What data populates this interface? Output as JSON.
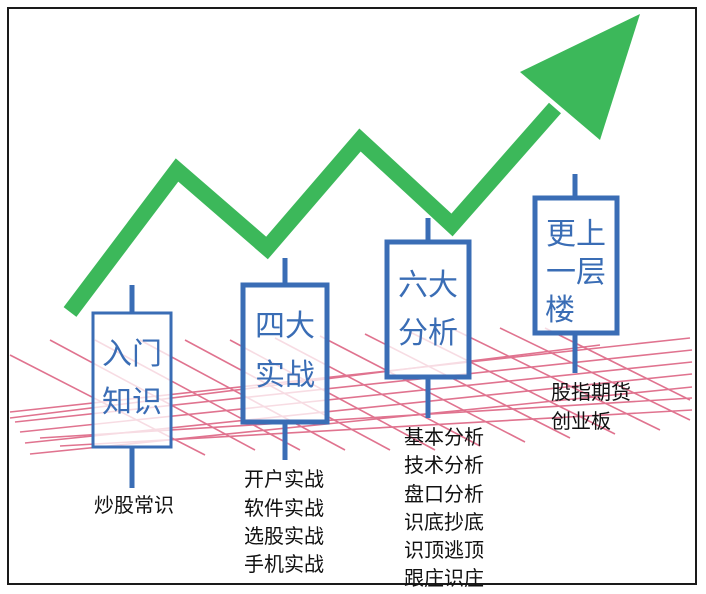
{
  "colors": {
    "arrow": "#3cb85a",
    "candle": "#3a6db5",
    "grid": "#e0738f",
    "text": "#111111"
  },
  "stages": [
    {
      "title_line1": "入门",
      "title_line2": "知识",
      "items": [
        "炒股常识"
      ]
    },
    {
      "title_line1": "四大",
      "title_line2": "实战",
      "items": [
        "开户实战",
        "软件实战",
        "选股实战",
        "手机实战"
      ]
    },
    {
      "title_line1": "六大",
      "title_line2": "分析",
      "items": [
        "基本分析",
        "技术分析",
        "盘口分析",
        "识底抄底",
        "识顶逃顶",
        "跟庄识庄"
      ]
    },
    {
      "title_line1": "更上",
      "title_line2": "一层",
      "title_line3": "楼",
      "items": [
        "股指期货",
        "创业板"
      ]
    }
  ]
}
